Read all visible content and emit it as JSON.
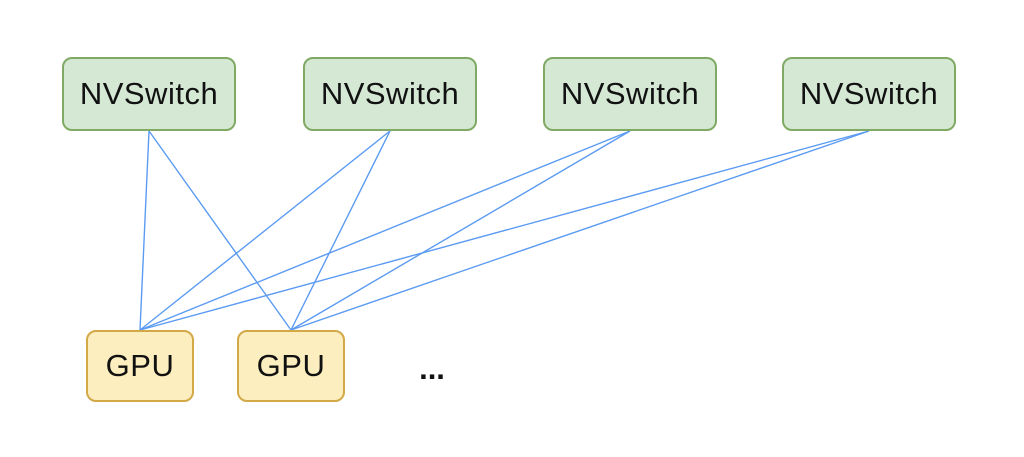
{
  "diagram": {
    "switches": [
      {
        "label": "NVSwitch"
      },
      {
        "label": "NVSwitch"
      },
      {
        "label": "NVSwitch"
      },
      {
        "label": "NVSwitch"
      }
    ],
    "gpus": [
      {
        "label": "GPU"
      },
      {
        "label": "GPU"
      }
    ],
    "ellipsis_label": "...",
    "edges": [
      [
        0,
        0
      ],
      [
        0,
        1
      ],
      [
        0,
        2
      ],
      [
        0,
        3
      ],
      [
        1,
        0
      ],
      [
        1,
        1
      ],
      [
        1,
        2
      ],
      [
        1,
        3
      ]
    ],
    "colors": {
      "background": "#ffffff",
      "switch_fill": "#d5e8d4",
      "switch_border": "#80aa64",
      "gpu_fill": "#fceebf",
      "gpu_border": "#d3a948",
      "link": "#5b9bf2",
      "text": "#111111"
    }
  }
}
